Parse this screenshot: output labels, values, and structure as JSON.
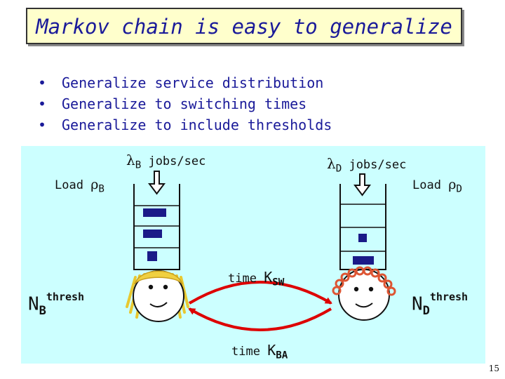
{
  "title": "Markov chain is easy to generalize",
  "bullets": [
    "Generalize service distribution",
    "Generalize to switching times",
    "Generalize to include thresholds"
  ],
  "left_arrival": {
    "symbol": "λ",
    "sub": "B",
    "unit": " jobs/sec"
  },
  "right_arrival": {
    "symbol": "λ",
    "sub": "D",
    "unit": " jobs/sec"
  },
  "left_load": {
    "word": "Load ",
    "symbol": "ρ",
    "sub": "B"
  },
  "right_load": {
    "word": "Load ",
    "symbol": "ρ",
    "sub": "D"
  },
  "switch_time_top": {
    "word": "time ",
    "main": "K",
    "sub": "SW"
  },
  "switch_time_bottom": {
    "word": "time ",
    "main": "K",
    "sub": "BA"
  },
  "left_threshold": {
    "main": "N",
    "sub": "B",
    "sup": "thresh"
  },
  "right_threshold": {
    "main": "N",
    "sub": "D",
    "sup": "thresh"
  },
  "page_number": "15",
  "colors": {
    "title_bg": "#ffffcc",
    "title_text": "#1a1a99",
    "panel_bg": "#ccffff",
    "arc": "#dd0000",
    "job": "#1a1a88"
  }
}
